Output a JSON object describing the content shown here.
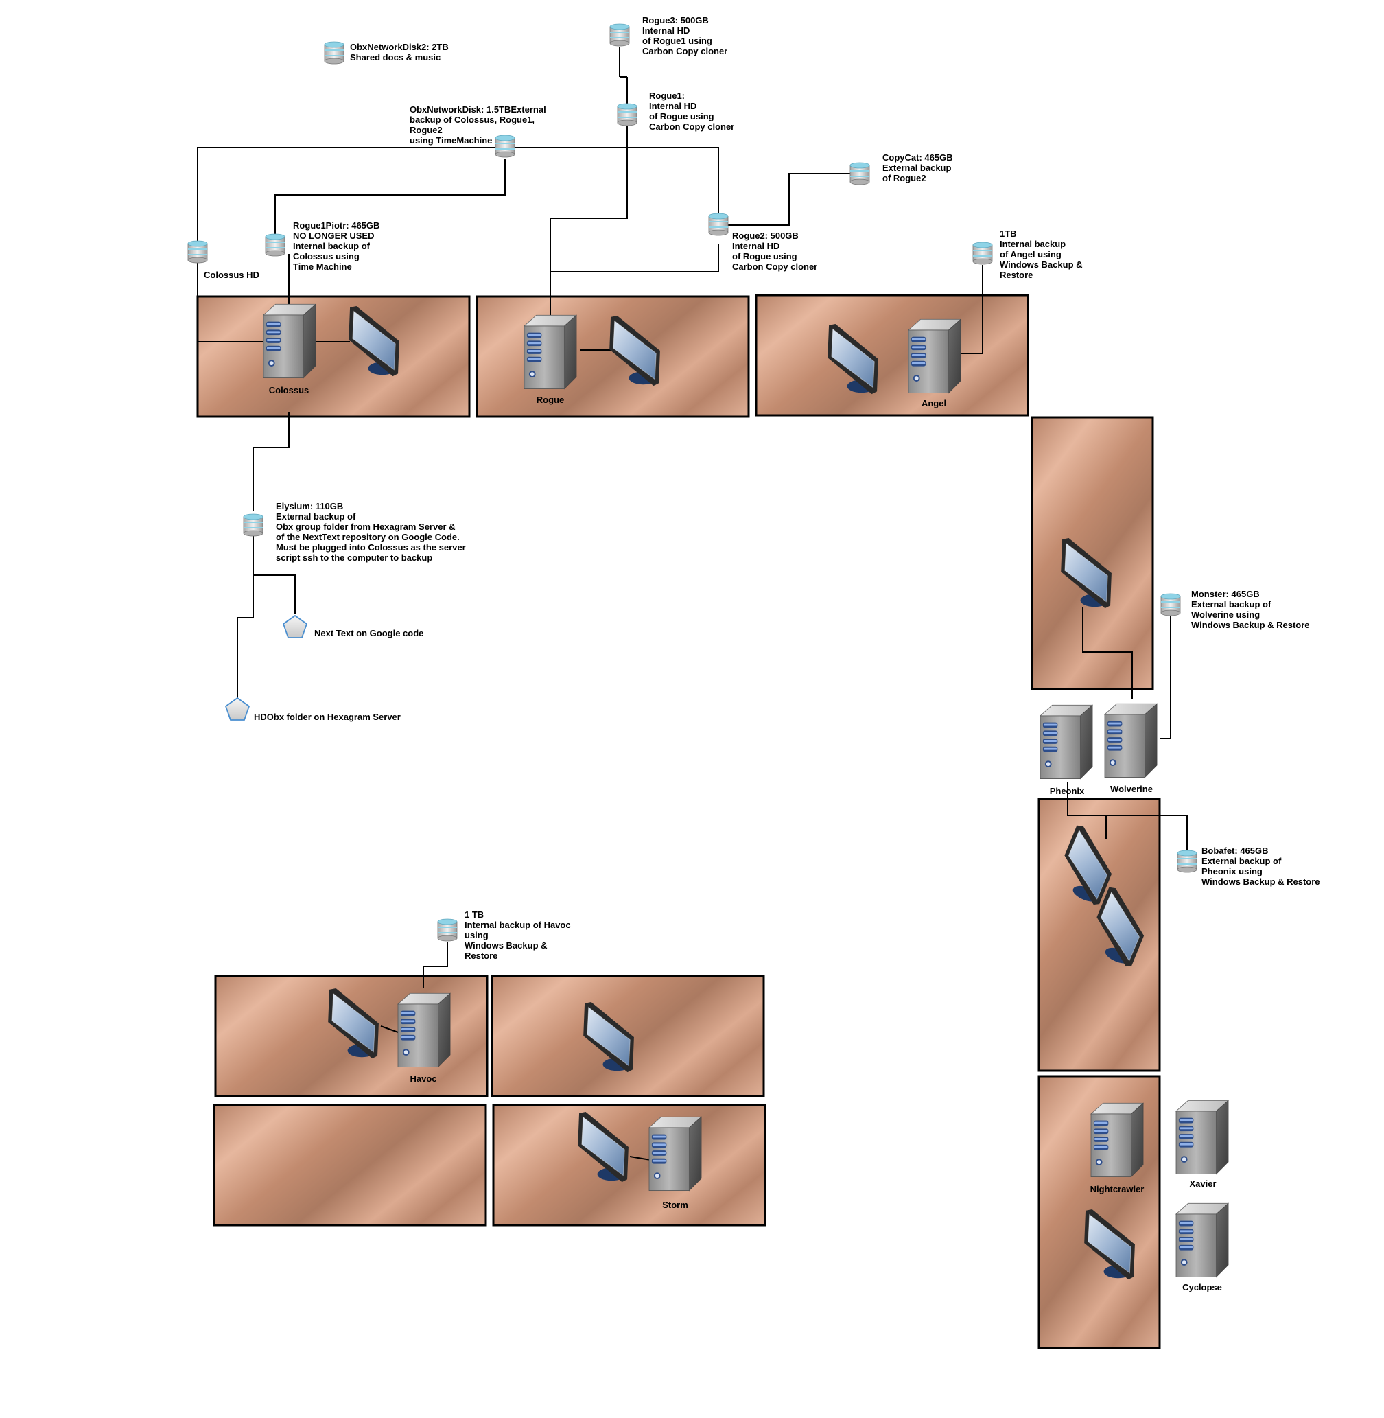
{
  "title": "Obx Lab workstation backup diagram",
  "colors": {
    "desk_base": "#c79073",
    "desk_light": "#e8b9a0",
    "desk_dark": "#ad7b62",
    "line": "#000000",
    "disk_top": "#8fd3e6",
    "screen": "#7f9fc4"
  },
  "disks": [
    {
      "name": "obxnetworkdisk2",
      "lines": [
        "ObxNetworkDisk2: 2TB",
        "Shared docs & music"
      ]
    },
    {
      "name": "rogue3",
      "lines": [
        "Rogue3: 500GB",
        "Internal HD",
        "of Rogue1 using",
        "Carbon Copy cloner"
      ]
    },
    {
      "name": "rogue1",
      "lines": [
        "Rogue1:",
        "Internal HD",
        "of Rogue using",
        "Carbon Copy cloner"
      ]
    },
    {
      "name": "obxnetworkdisk",
      "lines": [
        "ObxNetworkDisk: 1.5TBExternal",
        "backup of Colossus, Rogue1,",
        "Rogue2",
        "using TimeMachine"
      ]
    },
    {
      "name": "copycat",
      "lines": [
        "CopyCat: 465GB",
        "External backup",
        "of Rogue2"
      ]
    },
    {
      "name": "rogue2",
      "lines": [
        "Rogue2: 500GB",
        "Internal HD",
        "of Rogue using",
        "Carbon Copy cloner"
      ]
    },
    {
      "name": "rogue1piotr",
      "lines": [
        "Rogue1Piotr: 465GB",
        "NO LONGER USED",
        "Internal backup of",
        "Colossus using",
        "Time Machine"
      ]
    },
    {
      "name": "colossus-hd",
      "lines": [
        "Colossus HD"
      ]
    },
    {
      "name": "angel-backup",
      "lines": [
        "1TB",
        "Internal backup",
        "of Angel using",
        "Windows Backup &",
        "Restore"
      ]
    },
    {
      "name": "elysium",
      "lines": [
        "Elysium: 110GB",
        "External backup of",
        "Obx group folder from Hexagram Server &",
        "of the NextText repository on Google Code.",
        "Must be plugged into Colossus as the server",
        "script ssh to the computer to backup"
      ]
    },
    {
      "name": "monster",
      "lines": [
        "Monster: 465GB",
        "External backup of",
        "Wolverine using",
        "Windows Backup & Restore"
      ]
    },
    {
      "name": "bobafet",
      "lines": [
        "Bobafet: 465GB",
        "External backup of",
        "Pheonix using",
        "Windows Backup & Restore"
      ]
    },
    {
      "name": "havoc-backup",
      "lines": [
        "1 TB",
        "Internal backup of Havoc",
        "using",
        "Windows Backup &",
        "Restore"
      ]
    }
  ],
  "folders": [
    {
      "name": "nexttext",
      "label": "Next Text on Google code"
    },
    {
      "name": "hdobx",
      "label": "HDObx folder on Hexagram Server"
    }
  ],
  "computers": [
    {
      "name": "colossus",
      "label": "Colossus"
    },
    {
      "name": "rogue",
      "label": "Rogue"
    },
    {
      "name": "angel",
      "label": "Angel"
    },
    {
      "name": "pheonix",
      "label": "Pheonix"
    },
    {
      "name": "wolverine",
      "label": "Wolverine"
    },
    {
      "name": "havoc",
      "label": "Havoc"
    },
    {
      "name": "storm",
      "label": "Storm"
    },
    {
      "name": "nightcrawler",
      "label": "Nightcrawler"
    },
    {
      "name": "xavier",
      "label": "Xavier"
    },
    {
      "name": "cyclopse",
      "label": "Cyclopse"
    }
  ]
}
